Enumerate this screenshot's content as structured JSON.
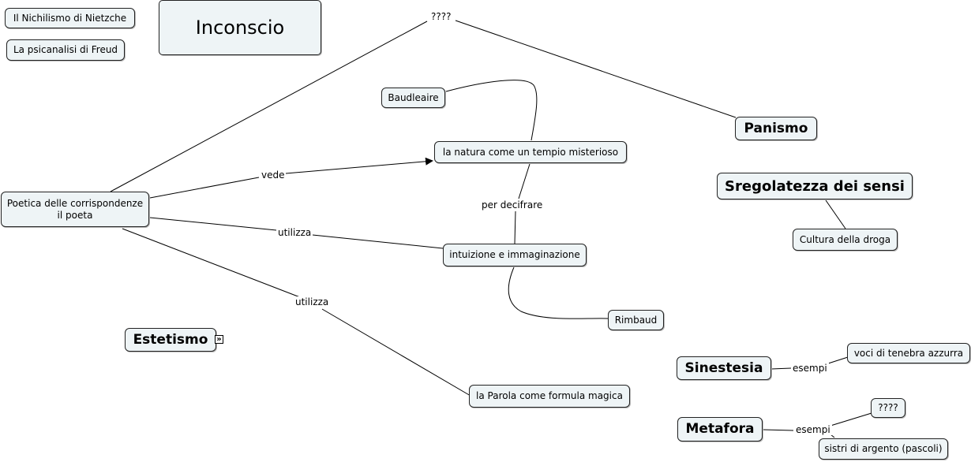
{
  "nodes": {
    "nichilismo": "Il Nichilismo  di Nietzche",
    "freud": "La psicanalisi di Freud",
    "inconscio": "Inconscio",
    "baudleaire": "Baudleaire",
    "natura": "la natura come un tempio misterioso",
    "poetica": "Poetica delle corrispondenze\nil poeta",
    "intuizione": "intuizione e immaginazione",
    "rimbaud": "Rimbaud",
    "estetismo": "Estetismo",
    "parola": "la Parola come formula magica",
    "panismo": "Panismo",
    "sregolatezza": "Sregolatezza dei sensi",
    "droga": "Cultura della droga",
    "sinestesia": "Sinestesia",
    "voci": "voci di tenebra azzurra",
    "metafora": "Metafora",
    "question2": "????",
    "sistri": "sistri di argento (pascoli)"
  },
  "links": {
    "question_top": "????",
    "vede": "vede",
    "per_decifrare": "per decifrare",
    "utilizza_1": "utilizza",
    "utilizza_2": "utilizza",
    "esempi_1": "esempi",
    "esempi_2": "esempi"
  },
  "icons": {
    "expand": "double-chevron-right-icon"
  },
  "colors": {
    "node_fill": "#eef4f6",
    "line": "#000000"
  }
}
